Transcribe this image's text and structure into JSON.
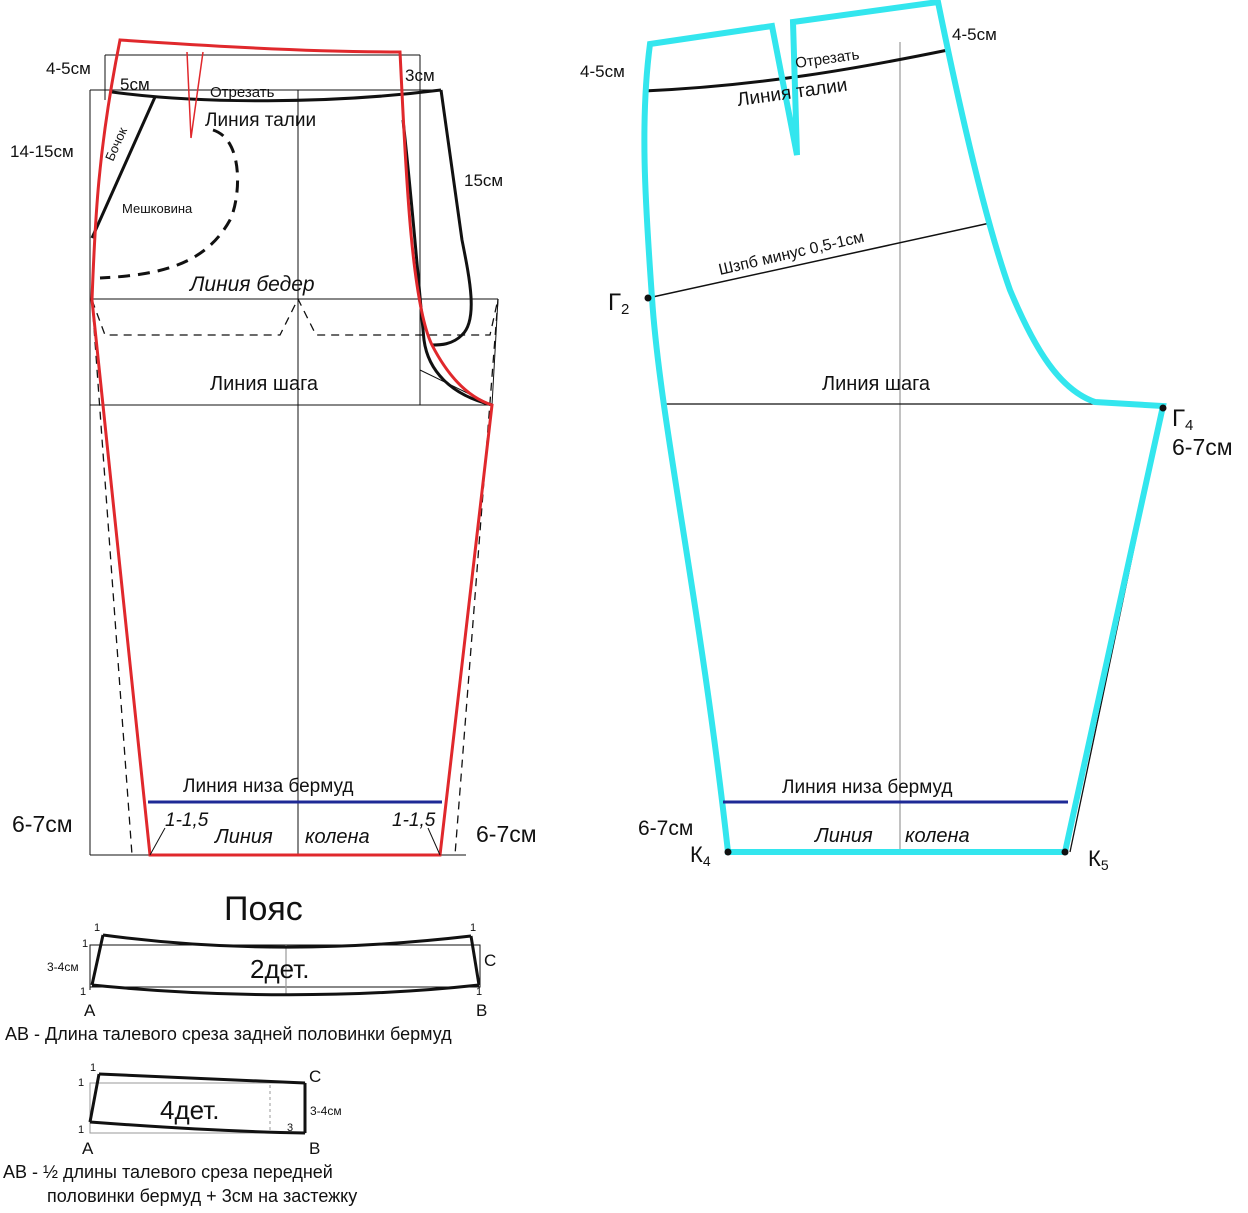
{
  "colors": {
    "front_outline": "#e0282c",
    "back_outline": "#33e6ee",
    "hem_line": "#1e2a96",
    "line": "#111111",
    "guide": "#9a9a9a"
  },
  "left_pattern": {
    "lbl_waist_drop": "4-5см",
    "lbl_5cm": "5см",
    "lbl_cut": "Отрезать",
    "lbl_3cm": "3см",
    "lbl_waist_line": "Линия талии",
    "lbl_side_pocket": "Бочок",
    "lbl_14_15": "14-15см",
    "lbl_15cm": "15см",
    "lbl_pocket_bag": "Мешковина",
    "lbl_hip_line": "Линия бедер",
    "lbl_crotch_line": "Линия шага",
    "lbl_bermuda_hem": "Линия низа бермуд",
    "lbl_left_6_7": "6-7см",
    "lbl_right_6_7": "6-7см",
    "lbl_left_1_15": "1-1,5",
    "lbl_right_1_15": "1-1,5",
    "lbl_knee_a": "Линия",
    "lbl_knee_b": "колена"
  },
  "right_pattern": {
    "lbl_left_4_5": "4-5см",
    "lbl_right_4_5": "4-5см",
    "lbl_cut": "Отрезать",
    "lbl_waist_line": "Линия талии",
    "lbl_shzpb": "Шзпб минус 0,5-1см",
    "g2_main": "Г",
    "g2_sub": "2",
    "lbl_crotch_line": "Линия шага",
    "g4_main": "Г",
    "g4_sub": "4",
    "lbl_6_7_right": "6-7см",
    "lbl_bermuda_hem": "Линия низа бермуд",
    "lbl_6_7_left": "6-7см",
    "lbl_knee_a": "Линия",
    "lbl_knee_b": "колена",
    "k4_main": "К",
    "k4_sub": "4",
    "k5_main": "К",
    "k5_sub": "5"
  },
  "belt": {
    "title": "Пояс",
    "back": {
      "label": "2дет.",
      "height": "3-4см",
      "pt_a": "A",
      "pt_b": "B",
      "pt_c": "C",
      "one_tl": "1",
      "one_tr": "1",
      "one_l": "1",
      "one_bl": "1",
      "one_br": "1",
      "note": "АВ - Длина талевого среза задней половинки бермуд"
    },
    "front": {
      "label": "4дет.",
      "height": "3-4см",
      "pt_a": "A",
      "pt_b": "B",
      "pt_c": "C",
      "one_tl": "1",
      "one_l": "1",
      "one_bl": "1",
      "three": "3",
      "note_line1": "АВ - ½ длины талевого среза передней",
      "note_line2": "половинки бермуд + 3см на застежку"
    }
  }
}
